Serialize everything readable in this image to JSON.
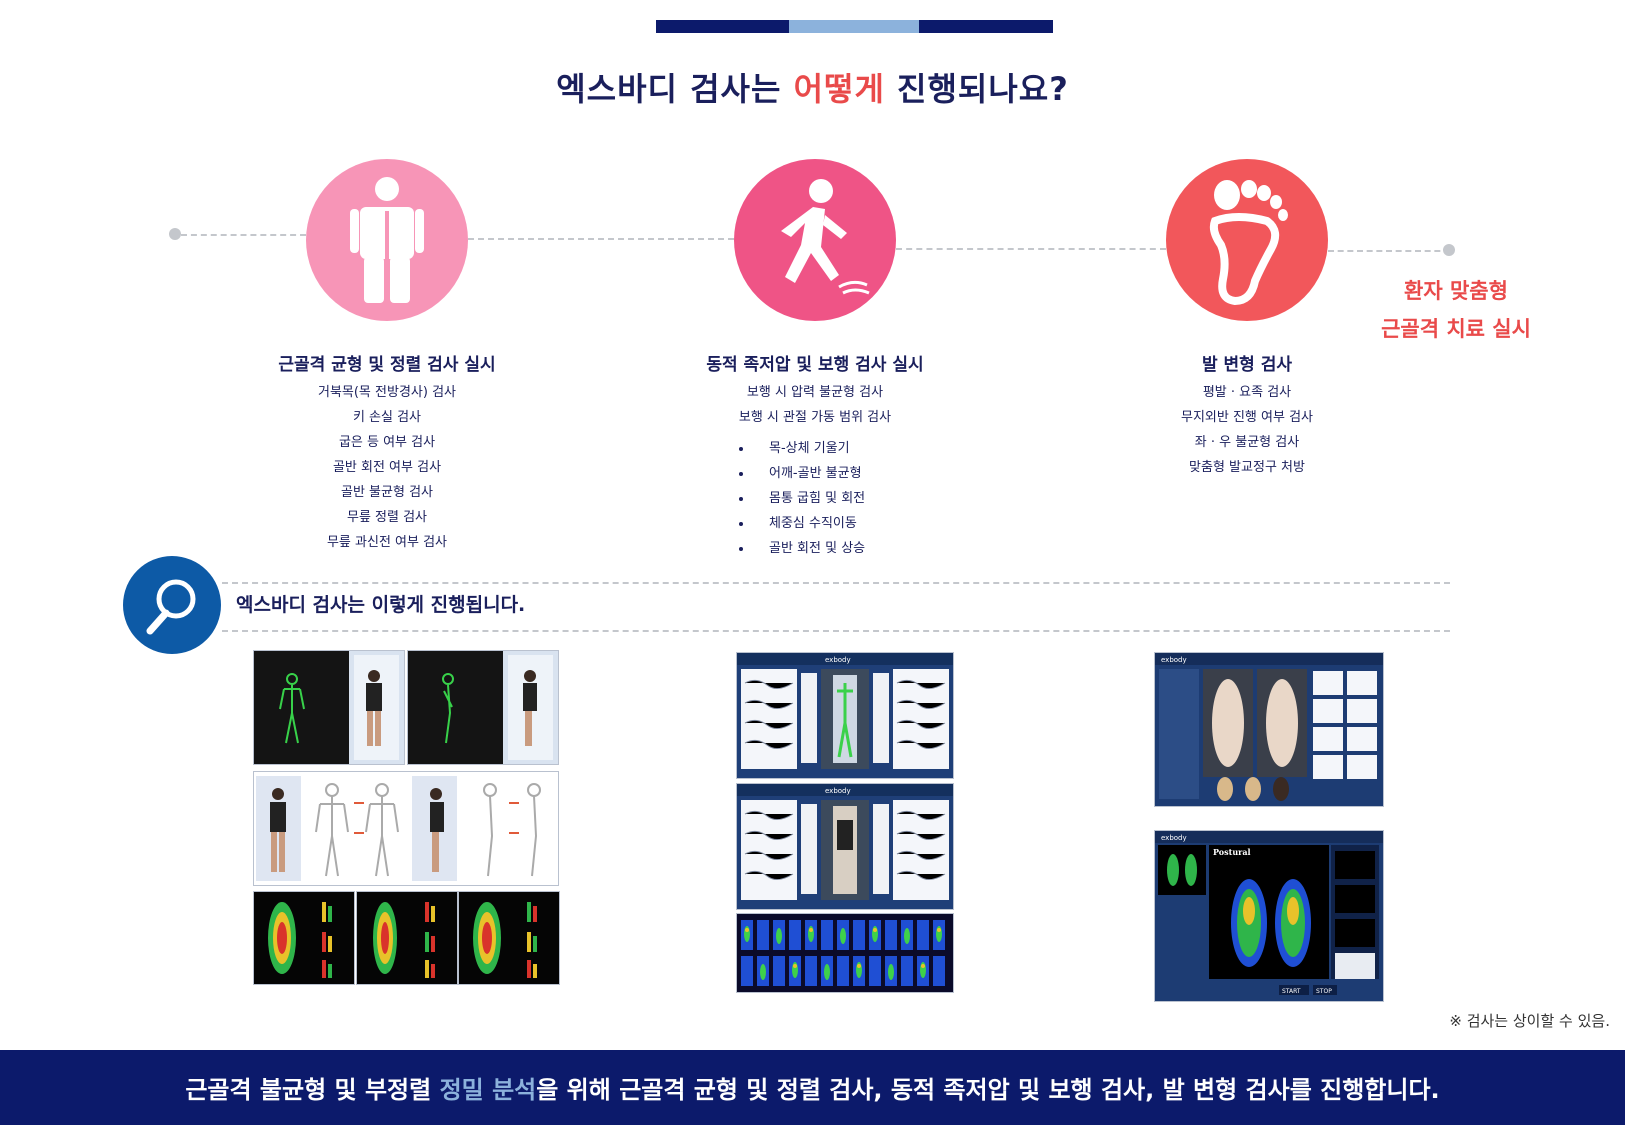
{
  "header": {
    "title_before": "엑스바디 검사는 ",
    "title_highlight": "어떻게",
    "title_after": " 진행되나요?"
  },
  "steps": [
    {
      "icon": "standing-person-icon",
      "title": "근골격 균형 및 정렬 검사 실시",
      "lines": [
        "거북목(목 전방경사) 검사",
        "키 손실 검사",
        "굽은 등 여부 검사",
        "골반 회전 여부 검사",
        "골반 불균형 검사",
        "무릎 정렬 검사",
        "무릎 과신전 여부 검사"
      ]
    },
    {
      "icon": "walking-person-icon",
      "title": "동적 족저압 및 보행 검사 실시",
      "lines": [
        "보행 시 압력 불균형 검사",
        "보행 시 관절 가동 범위 검사"
      ],
      "bullets": [
        "목-상체 기울기",
        "어깨-골반 불균형",
        "몸통 굽힘 및 회전",
        "체중심 수직이동",
        "골반 회전 및 상승"
      ]
    },
    {
      "icon": "foot-icon",
      "title": "발 변형 검사",
      "lines": [
        "평발 · 요족 검사",
        "무지외반 진행 여부 검사",
        "좌 · 우 불균형 검사",
        "맞춤형 발교정구 처방"
      ]
    }
  ],
  "side_note": [
    "환자 맞춤형",
    "근골격 치료 실시"
  ],
  "process_label": "엑스바디 검사는 이렇게 진행됩니다.",
  "note": "※ 검사는 상이할 수 있음.",
  "footer": {
    "before": "근골격 불균형 및 부정렬 ",
    "highlight": "정밀 분석",
    "after": "을 위해 근골격 균형 및 정렬 검사, 동적 족저압 및 보행 검사, 발 변형 검사를 진행합니다."
  },
  "screens": {
    "walk_screen_brand": "exbody",
    "foot_screen_brand": "exbody",
    "foot_screen_title": "Postural",
    "foot_screen_start": "START",
    "foot_screen_stop": "STOP"
  },
  "colors": {
    "navy": "#0c1a6b",
    "accent_red": "#e94a4a",
    "light_blue": "#8cb2dc",
    "pink_light": "#f795b7",
    "pink": "#ef5486",
    "coral": "#f2575b",
    "search_blue": "#0d5aa6"
  }
}
